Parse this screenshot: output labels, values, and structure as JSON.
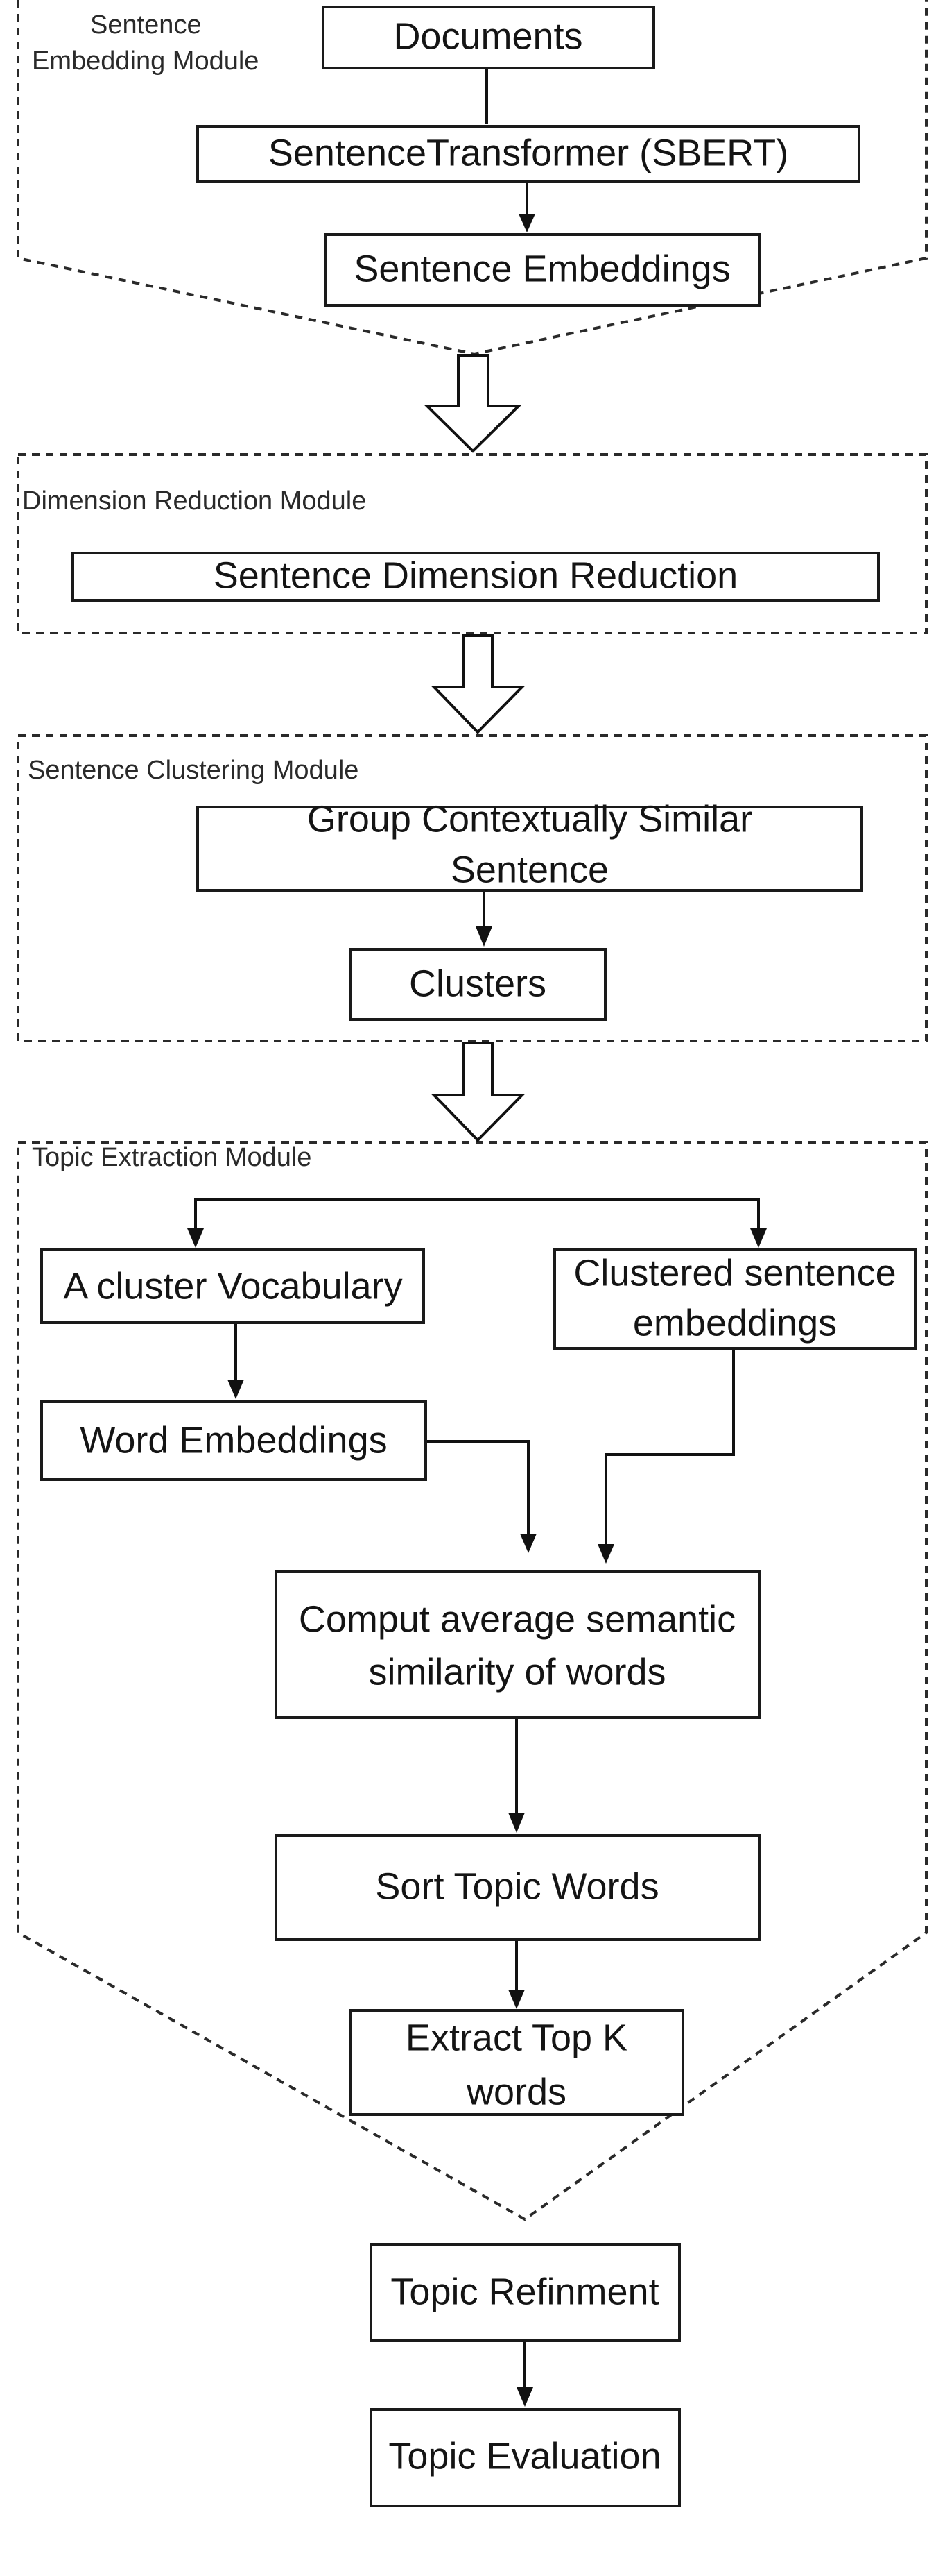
{
  "modules": {
    "embedding": {
      "label_line1": "Sentence",
      "label_line2": "Embedding Module"
    },
    "reduction": {
      "label": "Dimension Reduction Module"
    },
    "clustering": {
      "label": "Sentence Clustering Module"
    },
    "extraction": {
      "label": "Topic Extraction Module"
    }
  },
  "nodes": {
    "documents": "Documents",
    "sbert": "SentenceTransformer (SBERT)",
    "sentence_embeddings": "Sentence Embeddings",
    "dimension_reduction": "Sentence Dimension Reduction",
    "group_line1": "Group Contextually Similar",
    "group_line2": "Sentence",
    "clusters": "Clusters",
    "cluster_vocab": "A cluster Vocabulary",
    "clustered_line1": "Clustered sentence",
    "clustered_line2": "embeddings",
    "word_embeddings": "Word Embeddings",
    "similarity_line1": "Comput average semantic",
    "similarity_line2": "similarity of words",
    "sort_topic_words": "Sort Topic Words",
    "extract_line1": "Extract Top K",
    "extract_line2": "words",
    "topic_refinement": "Topic Refinment",
    "topic_evaluation": "Topic Evaluation"
  }
}
